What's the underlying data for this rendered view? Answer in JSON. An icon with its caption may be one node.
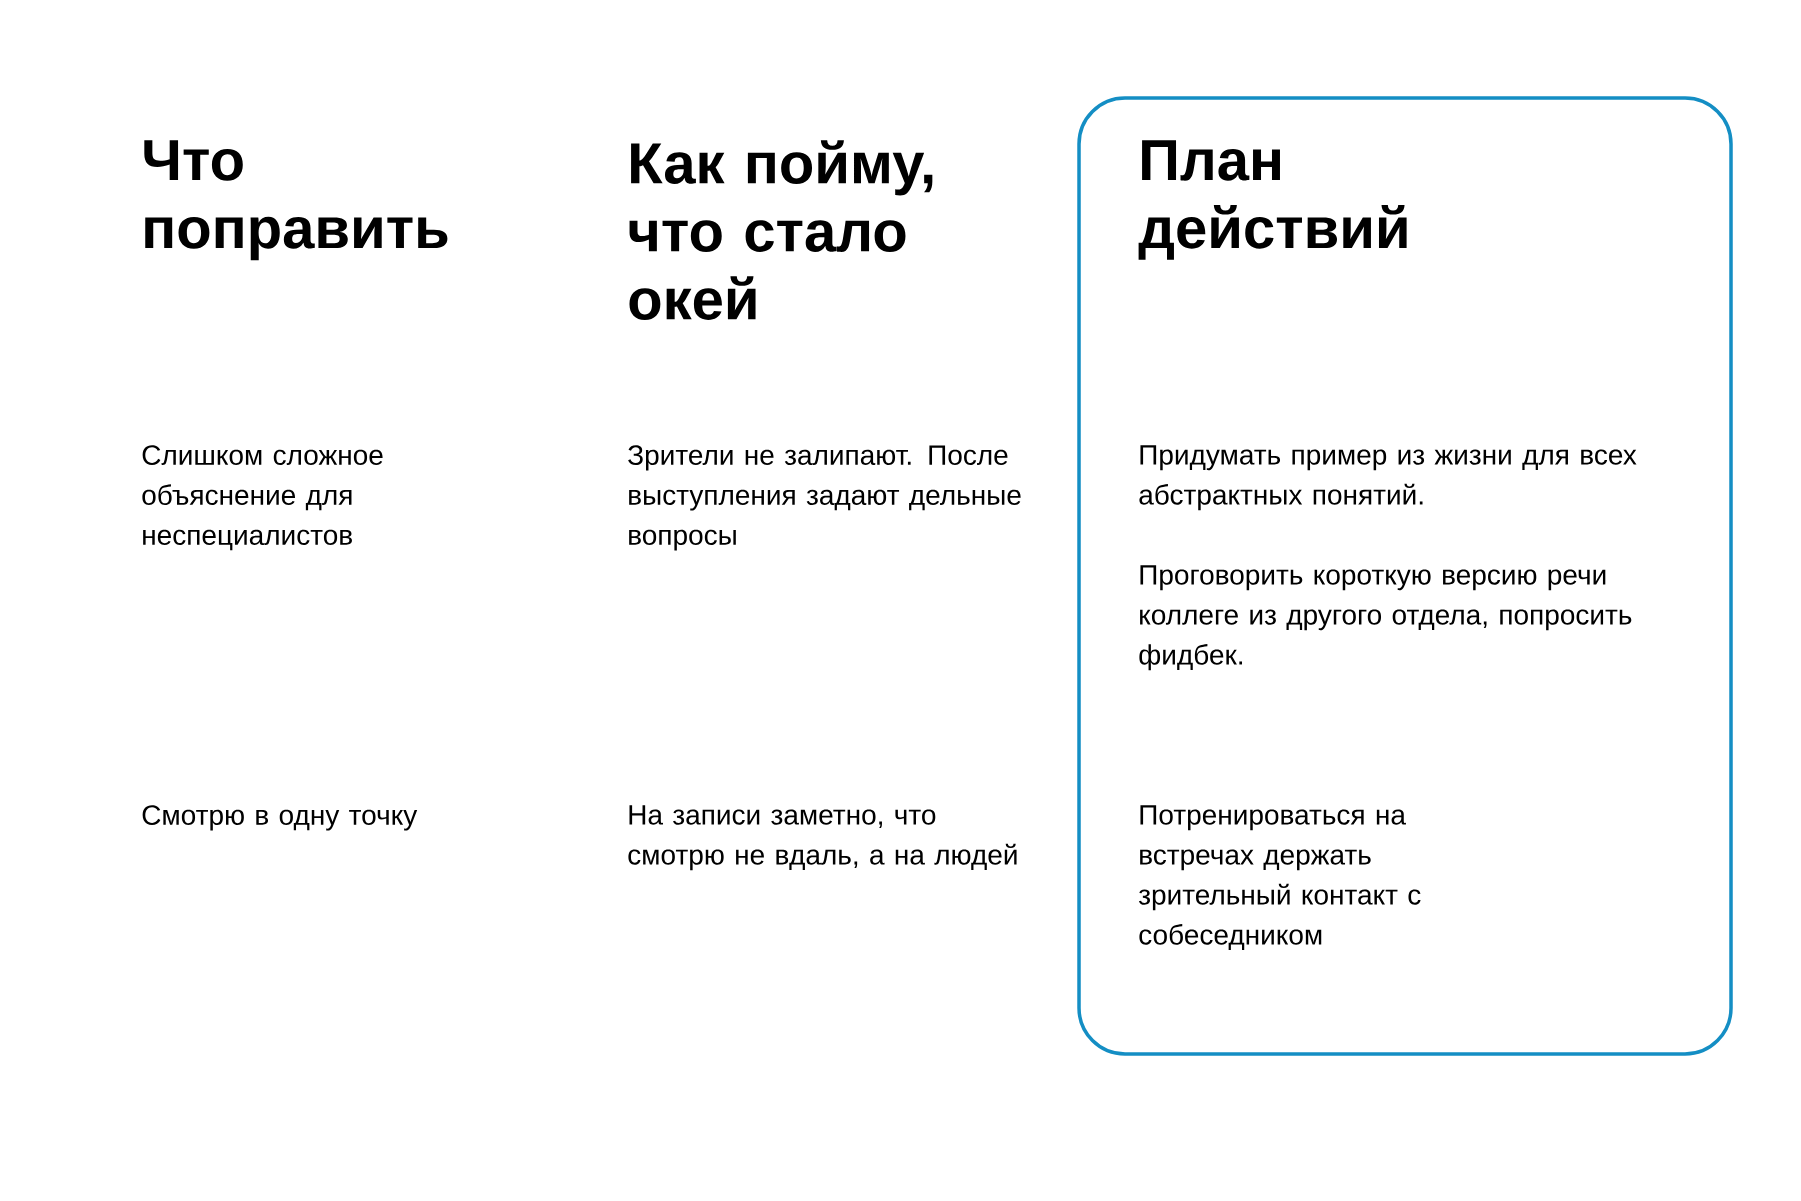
{
  "diagram": {
    "nodes": [
      {
        "text": [
          "План действий",
          "Придумать пример из жизни для всех абстрактных понятий.",
          "Проговорить короткую версию речи коллеге из другого отдела, попросить фидбек.",
          "Потренироваться на встречах держать зрительный контакт с собеседником"
        ]
      }
    ],
    "labels": [
      "Что поправить",
      "Как пойму, что стало окей",
      "Слишком сложное объяснение для неспециалистов",
      "Зрители не залипают. После выступления задают дельные вопросы",
      "Смотрю в одну точку",
      "На записи заметно, что смотрю не вдаль, а на людей"
    ]
  }
}
